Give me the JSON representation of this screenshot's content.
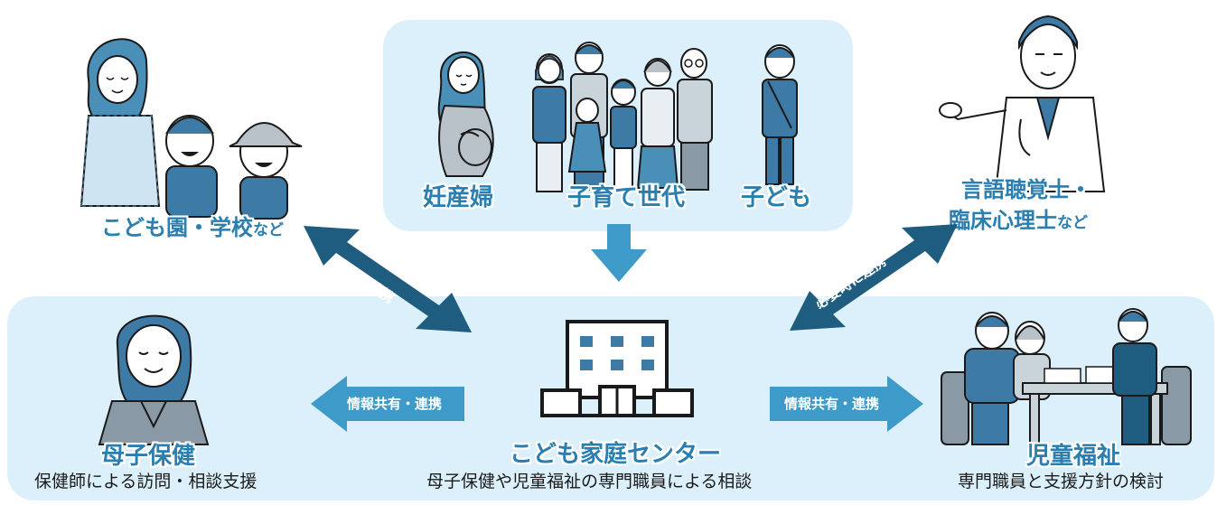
{
  "top_panel": {
    "labels": {
      "pregnant": "妊産婦",
      "parenting": "子育て世代",
      "children": "子ども"
    }
  },
  "left_top": {
    "label_main": "こども園・学校",
    "label_suffix": "など"
  },
  "right_top": {
    "label_line1": "言語聴覚士・",
    "label_line2": "臨床心理士",
    "label_suffix": "など"
  },
  "arrows": {
    "left_diag": "密接な連携",
    "right_diag": "必要時に連携",
    "left_horiz": "情報共有・連携",
    "right_horiz": "情報共有・連携"
  },
  "bottom_left": {
    "title": "母子保健",
    "desc": "保健師による訪問・相談支援"
  },
  "center": {
    "title": "こども家庭センター",
    "desc": "母子保健や児童福祉の専門職員による相談"
  },
  "bottom_right": {
    "title": "児童福祉",
    "desc": "専門職員と支援方針の検討"
  },
  "colors": {
    "panel": "#dcf0fb",
    "accent": "#2a7fb0",
    "arrow_dark": "#1e5d7f",
    "arrow_mid": "#3e9ac8"
  }
}
